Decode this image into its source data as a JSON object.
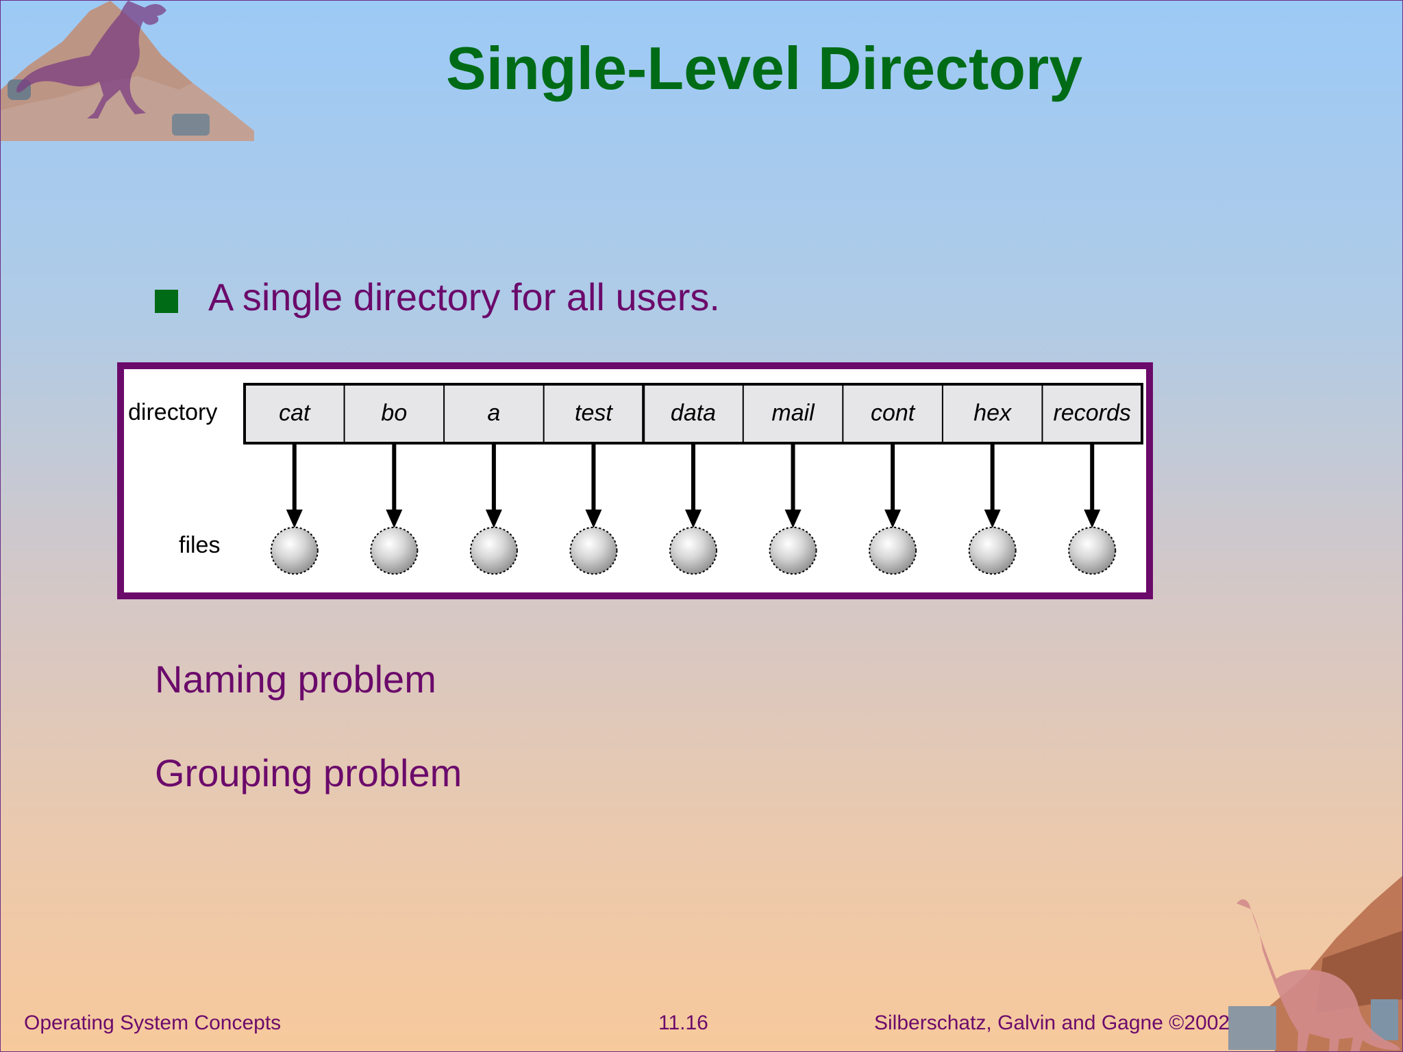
{
  "slide": {
    "title": "Single-Level Directory",
    "bullet": "A single directory for all users.",
    "points": [
      "Naming problem",
      "Grouping problem"
    ]
  },
  "diagram": {
    "directory_label": "directory",
    "files_label": "files",
    "entries": [
      "cat",
      "bo",
      "a",
      "test",
      "data",
      "mail",
      "cont",
      "hex",
      "records"
    ]
  },
  "footer": {
    "left": "Operating System Concepts",
    "center": "11.16",
    "right": "Silberschatz, Galvin and  Gagne ©2002"
  },
  "colors": {
    "title": "#006b16",
    "text": "#6b0a6b",
    "frame": "#6b0a6b",
    "bullet": "#006b16"
  },
  "icons": [
    "trex-icon",
    "brontosaurus-icon",
    "square-bullet-icon",
    "file-node-icon"
  ]
}
